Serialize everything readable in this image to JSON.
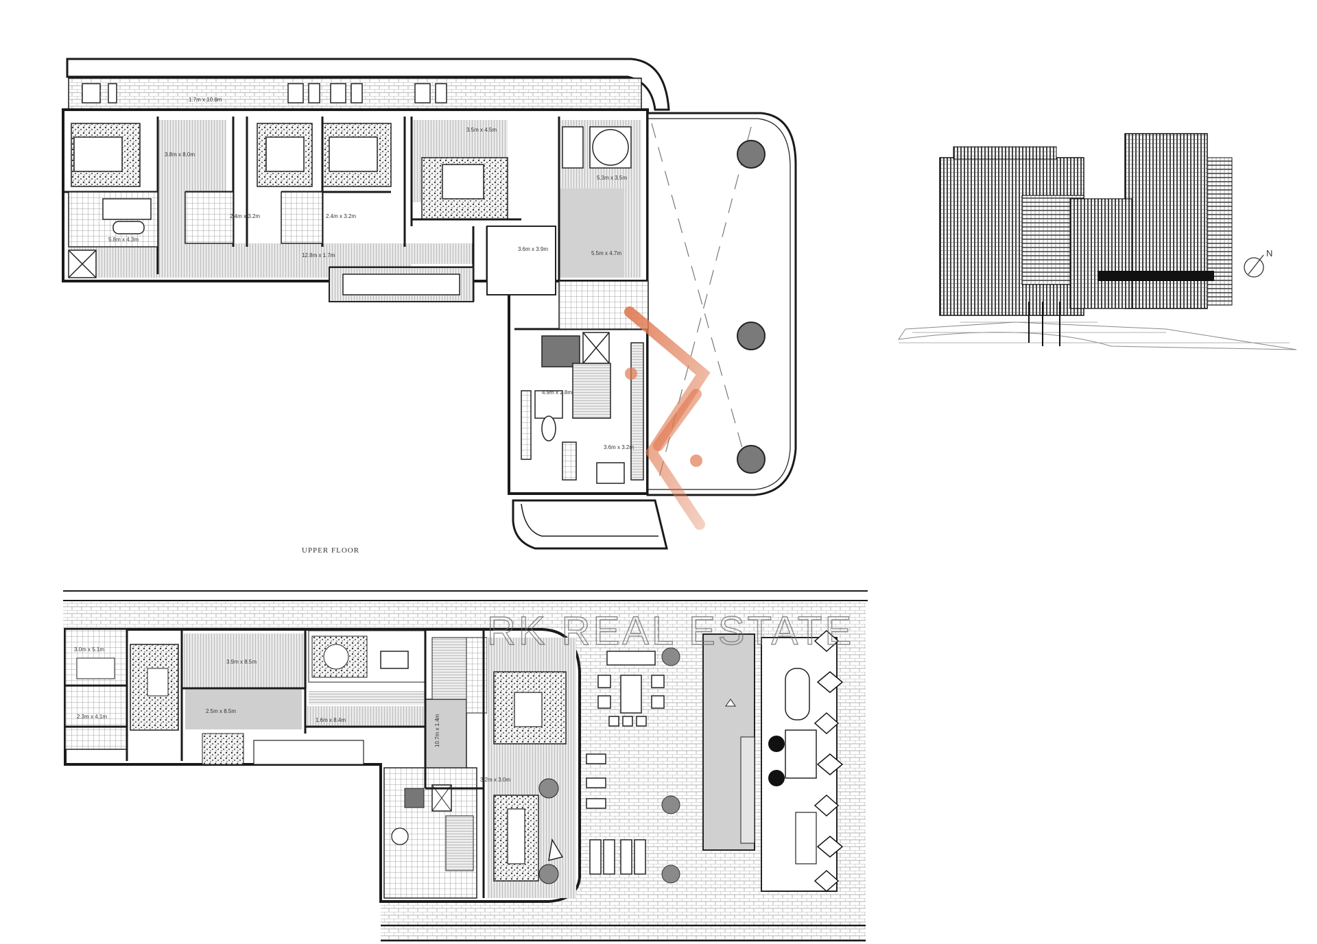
{
  "upper_floor": {
    "caption": "UPPER FLOOR",
    "rooms": [
      "1.7m x 10.8m",
      "3.8m x 8.0m",
      "3.5m x 4.5m",
      "5.3m x 3.5m",
      "2.4m x 3.2m",
      "2.4m x 3.2m",
      "5.8m x 4.3m",
      "12.8m x 1.7m",
      "3.6m x 3.9m",
      "5.5m x 4.7m",
      "4.9m x 2.8m",
      "3.6m x 3.2m"
    ]
  },
  "lower_floor": {
    "rooms": [
      "3.0m x 5.1m",
      "3.9m x 8.5m",
      "2.5m x 8.5m",
      "1.6m x 8.4m",
      "2.3m x 4.1m",
      "10.7m x 1.4m",
      "3.2m x 3.0m"
    ]
  },
  "watermark": {
    "text": "RK REAL ESTATE"
  },
  "compass": {
    "label": "N"
  },
  "colors": {
    "line": "#1a1a1a",
    "hatch": "#8a8a8a",
    "accent": "#e07a52",
    "column": "#7a7a7a"
  }
}
